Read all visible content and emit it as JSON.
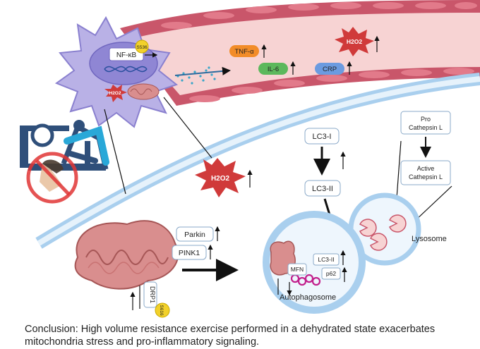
{
  "labels": {
    "nfkb": "NF-κB",
    "s536": "S536",
    "h2o2_cell": "H2O2",
    "tnfa": "TNF-α",
    "il6": "IL-6",
    "crp": "CRP",
    "h2o2_vessel": "H2O2",
    "h2o2_middle": "H2O2",
    "lc3i": "LC3-I",
    "lc3ii": "LC3-II",
    "pro_cathepsin": [
      "Pro",
      "Cathepsin L"
    ],
    "active_cathepsin": [
      "Active",
      "Cathepsin L"
    ],
    "lysosome": "Lysosome",
    "parkin": "Parkin",
    "pink1": "PINK1",
    "drp1": "DRP1",
    "s616": "S616",
    "mfn": "MFN",
    "lc3ii_auto": "LC3-II",
    "p62": "p62",
    "autophagosome": "Autophagosome"
  },
  "conclusion": "Conclusion: High volume resistance exercise performed in a dehydrated state exacerbates mitochondria stress and pro-inflammatory signaling.",
  "colors": {
    "vessel_wall": "#c9566a",
    "vessel_lumen": "#f7d3d3",
    "membrane": "#a9cfee",
    "macrophage": "#b9b1e6",
    "mito": "#d98e8e",
    "tnfa_pill": "#f28c28",
    "il6_pill": "#5cb85c",
    "crp_pill": "#6b9be0",
    "h2o2_burst": "#d03a3a",
    "phospho": "#f2d12a",
    "prohibit": "#e03535"
  }
}
